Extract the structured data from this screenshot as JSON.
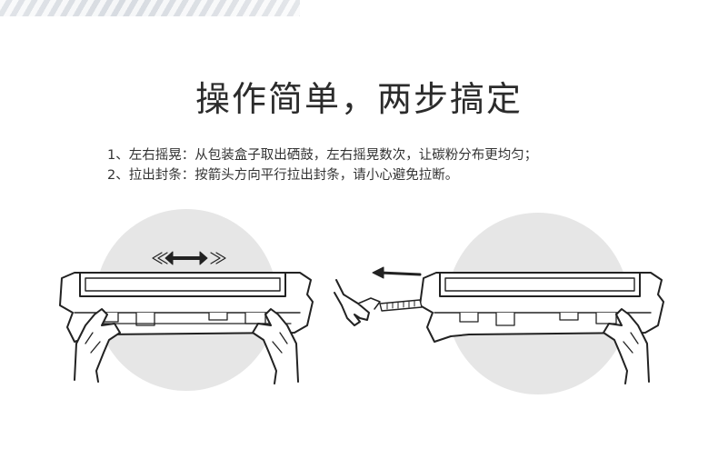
{
  "page": {
    "title": "操作简单，两步搞定",
    "steps": [
      "1、左右摇晃：从包装盒子取出硒鼓，左右摇晃数次，让碳粉分布更均匀；",
      "2、拉出封条：按箭头方向平行拉出封条，请小心避免拉断。"
    ]
  },
  "colors": {
    "circle": "#e6e6e6",
    "line": "#222222",
    "text": "#333333"
  },
  "icons": {
    "left": [
      "cartridge-icon",
      "hands-icon",
      "double-arrow-icon"
    ],
    "right": [
      "cartridge-icon",
      "pull-tab-icon",
      "left-arrow-icon",
      "hand-icon"
    ]
  }
}
